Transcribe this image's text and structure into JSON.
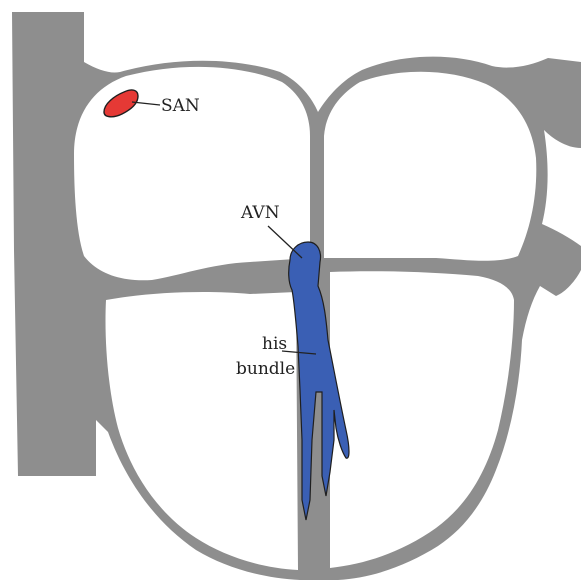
{
  "diagram": {
    "colors": {
      "tissue": "#8e8e8e",
      "san": "#e53935",
      "conduction": "#3a5fb4",
      "outline": "#1f1f1f",
      "background": "#ffffff"
    },
    "labels": {
      "san": "SAN",
      "avn": "AVN",
      "his_line1": "his",
      "his_line2": "bundle"
    }
  }
}
